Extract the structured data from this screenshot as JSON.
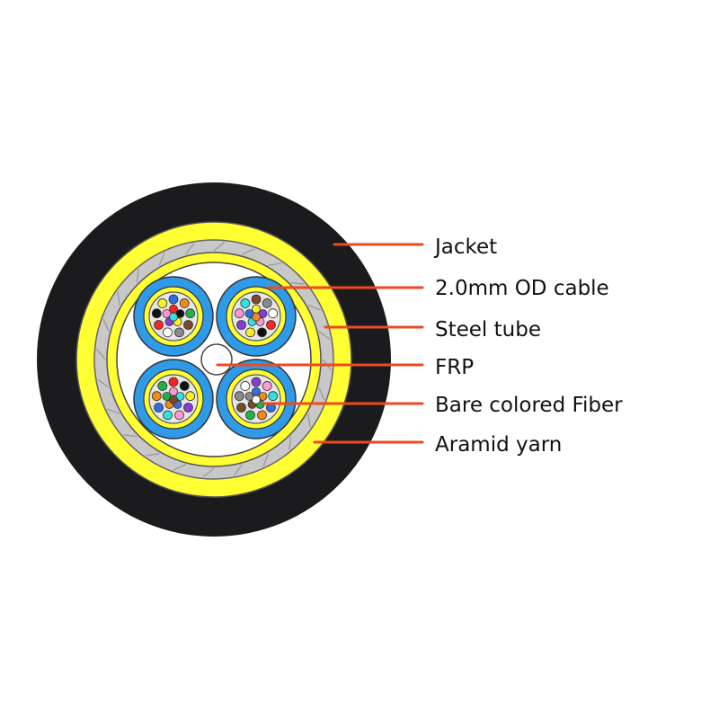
{
  "labels": {
    "jacket": "Jacket",
    "od_cable": "2.0mm OD cable",
    "steel_tube": "Steel tube",
    "frp": "FRP",
    "bare_fiber": "Bare colored Fiber",
    "aramid": "Aramid yarn"
  },
  "colors": {
    "jacket": "#1b1b1d",
    "aramid": "#ffff33",
    "steel": "#c8c8c8",
    "sub_sheath": "#2f9be8",
    "background": "#ffffff",
    "leader": "#ec4a1f"
  },
  "fiber_colors": [
    "#2f6fe0",
    "#f08a1c",
    "#22b24c",
    "#7a4a2a",
    "#8a8a8a",
    "#ffffff",
    "#ff2222",
    "#111111",
    "#ffee22",
    "#8a3ad6",
    "#ff9ad0",
    "#33e0e0"
  ]
}
